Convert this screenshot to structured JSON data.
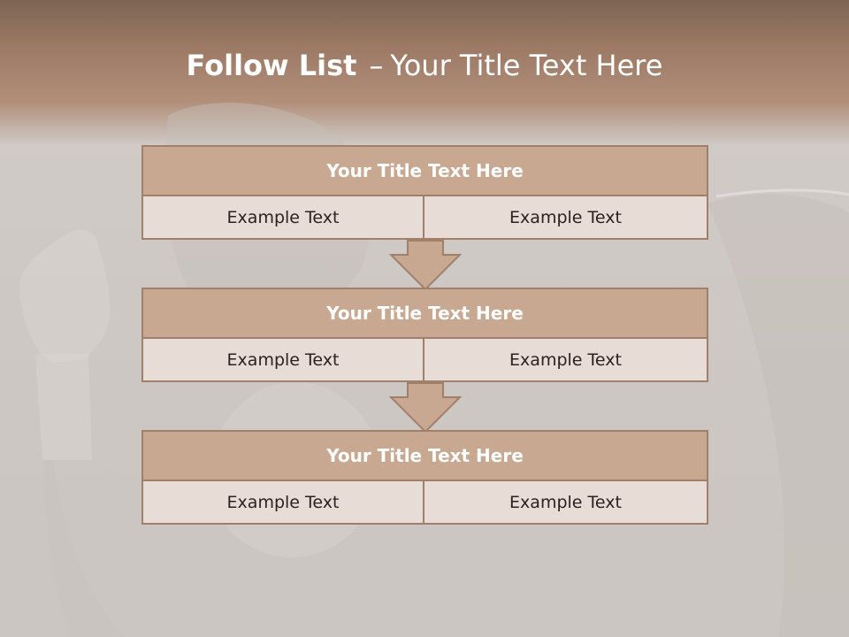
{
  "slide": {
    "title_bold": "Follow List",
    "title_dash": "–",
    "title_rest": "Your Title Text Here"
  },
  "blocks": [
    {
      "heading": "Your Title Text Here",
      "left": "Example Text",
      "right": "Example Text"
    },
    {
      "heading": "Your Title Text Here",
      "left": "Example Text",
      "right": "Example Text"
    },
    {
      "heading": "Your Title Text Here",
      "left": "Example Text",
      "right": "Example Text"
    }
  ],
  "colors": {
    "band": "#9a7864",
    "header_fill": "#c9a892",
    "cell_fill": "#e8dcd6",
    "border": "#a07f6b"
  },
  "icons": [
    "down-arrow-icon"
  ]
}
